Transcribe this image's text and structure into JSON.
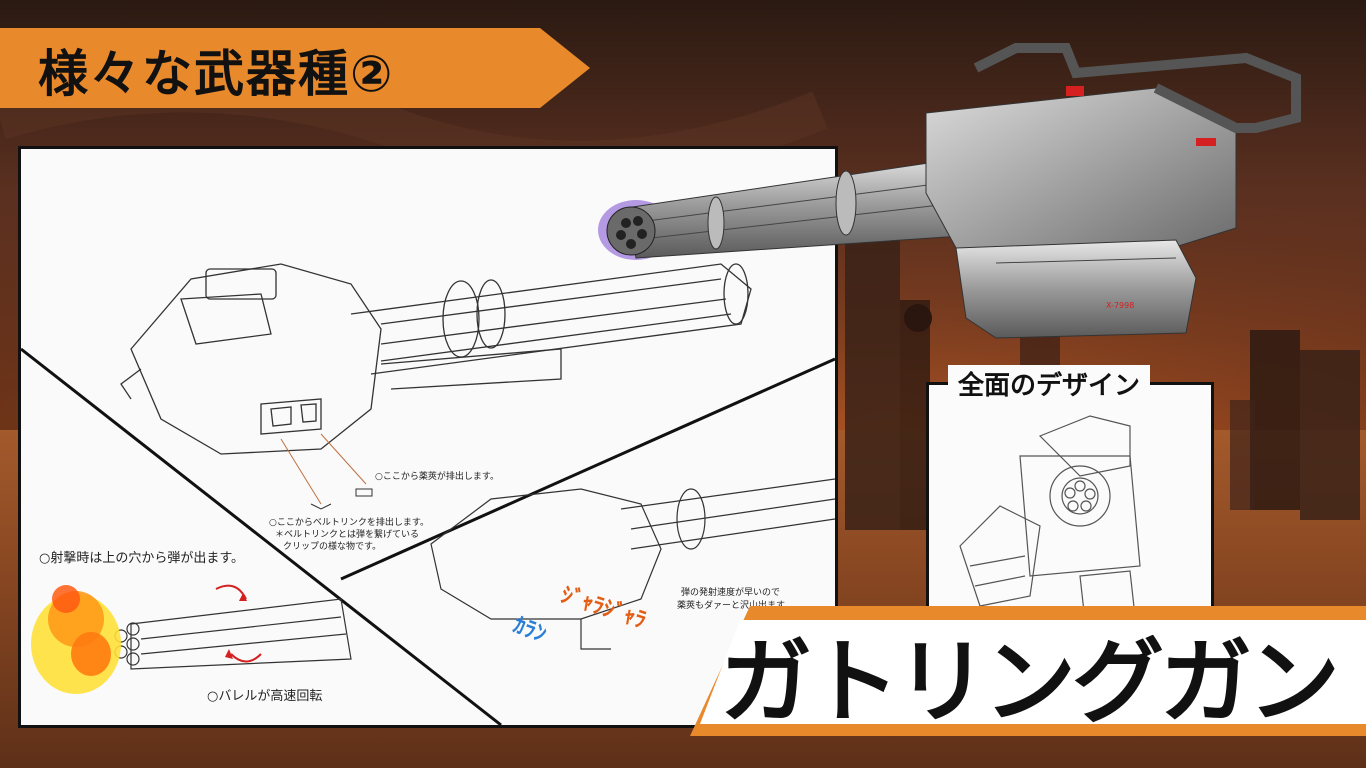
{
  "slide": {
    "title": "様々な武器種②",
    "weapon_name": "ガトリングガン"
  },
  "front_view": {
    "title": "全面のデザイン"
  },
  "sketch_notes": {
    "casing_eject": "○ここから薬莢が排出します。",
    "belt_link_1": "○ここからベルトリンクを排出します。",
    "belt_link_2": "＊ベルトリンクとは弾を繋げている",
    "belt_link_3": "クリップの様な物です。",
    "fire_from_top": "○射撃時は上の穴から弾が出ます。",
    "barrel_rotate": "○バレルが高速回転",
    "fire_rate_1": "弾の発射速度が早いので",
    "fire_rate_2": "薬莢もダァーと沢山出ます。"
  },
  "colors": {
    "banner": "#e8892b",
    "glow": "#7a4ad0",
    "fire": "#ff9a1a",
    "accent_red": "#d42020"
  }
}
